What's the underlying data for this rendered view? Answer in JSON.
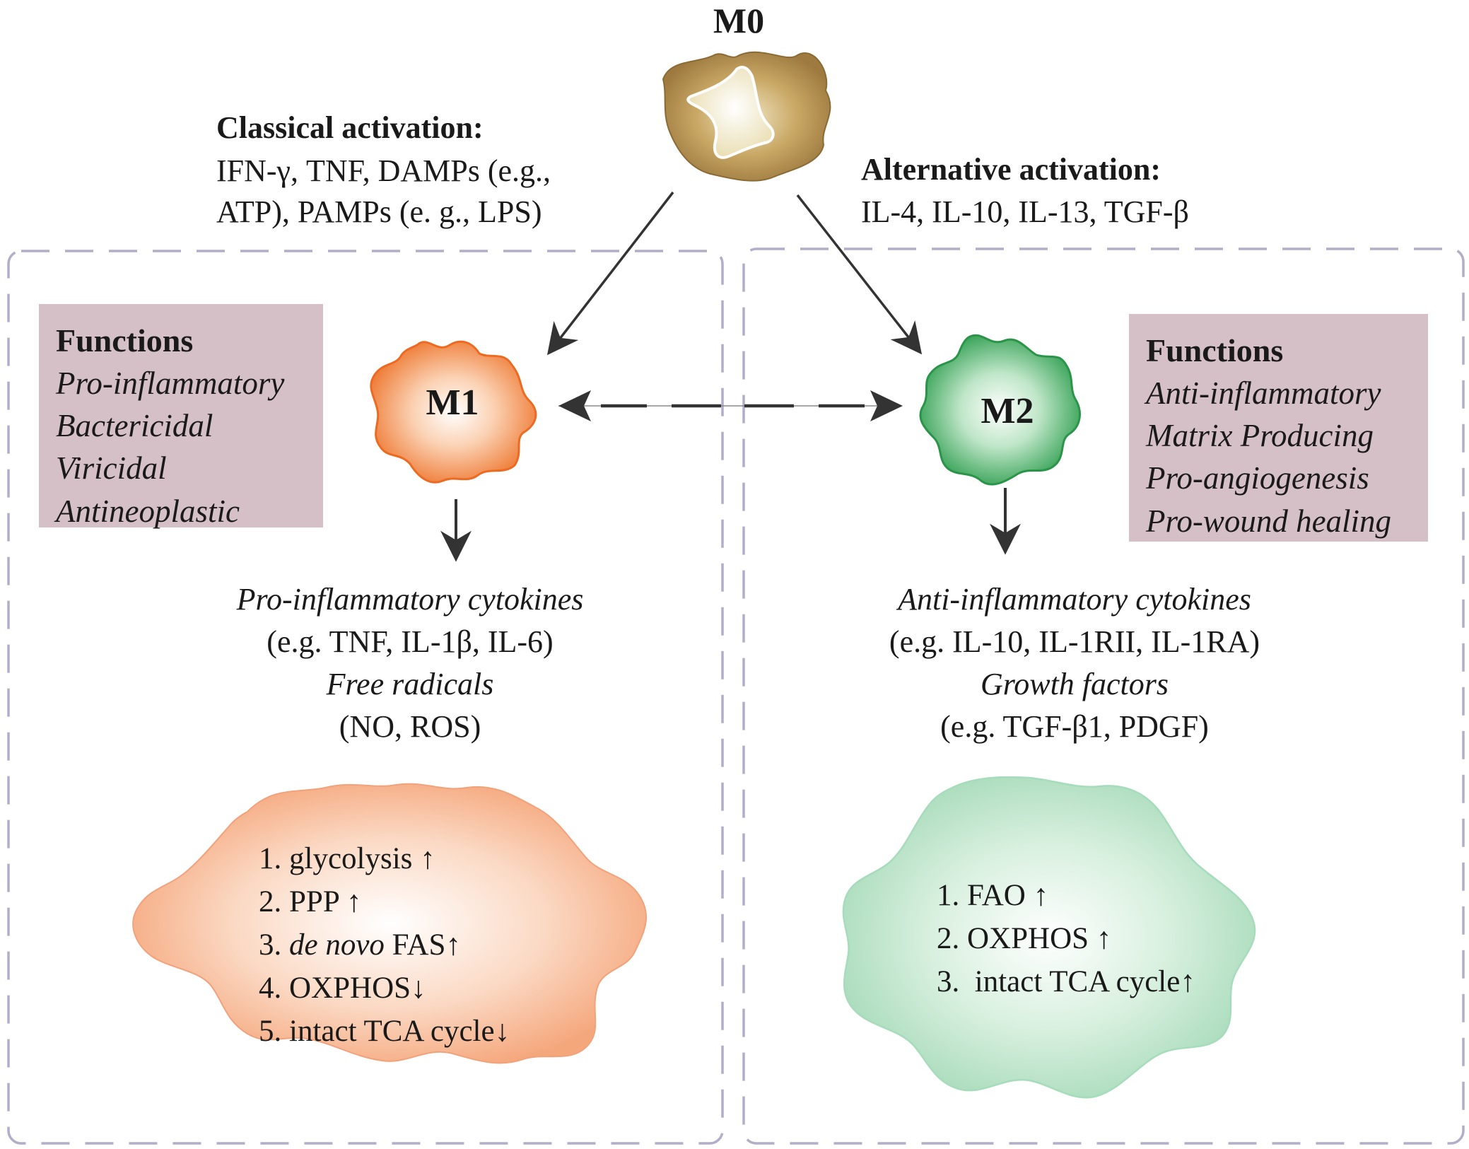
{
  "m0": {
    "label": "M0",
    "colors": {
      "outer": "#a8844a",
      "inner": "#f4ecd0"
    }
  },
  "classical": {
    "title": "Classical activation:",
    "lines": [
      "IFN-γ, TNF, DAMPs (e.g.,",
      "ATP), PAMPs (e. g., LPS)"
    ]
  },
  "alternative": {
    "title": "Alternative activation:",
    "lines": [
      "IL-4, IL-10, IL-13, TGF-β"
    ]
  },
  "m1": {
    "label": "M1",
    "color": "#ef7b32",
    "functions": {
      "title": "Functions",
      "items": [
        "Pro-inflammatory",
        "Bactericidal",
        "Viricidal",
        "Antineoplastic"
      ]
    },
    "products": [
      {
        "text": "Pro-inflammatory cytokines",
        "italic": true
      },
      {
        "text": "(e.g. TNF, IL-1β, IL-6)",
        "italic": false
      },
      {
        "text": "Free radicals",
        "italic": true
      },
      {
        "text": "(NO, ROS)",
        "italic": false
      }
    ],
    "metabolism": {
      "color": "#f4a479",
      "items": [
        {
          "prefix": "1. ",
          "em": "",
          "text": "glycolysis ↑"
        },
        {
          "prefix": "2. ",
          "em": "",
          "text": "PPP ↑"
        },
        {
          "prefix": "3. ",
          "em": "de novo",
          "text": " FAS↑"
        },
        {
          "prefix": "4. ",
          "em": "",
          "text": "OXPHOS↓"
        },
        {
          "prefix": "5. ",
          "em": "",
          "text": "intact TCA cycle↓"
        }
      ]
    }
  },
  "m2": {
    "label": "M2",
    "color": "#3aa356",
    "functions": {
      "title": "Functions",
      "items": [
        "Anti-inflammatory",
        "Matrix Producing",
        "Pro-angiogenesis",
        "Pro-wound healing"
      ]
    },
    "products": [
      {
        "text": "Anti-inflammatory cytokines",
        "italic": true
      },
      {
        "text": "(e.g. IL-10, IL-1RII, IL-1RA)",
        "italic": false
      },
      {
        "text": "Growth factors",
        "italic": true
      },
      {
        "text": "(e.g. TGF-β1, PDGF)",
        "italic": false
      }
    ],
    "metabolism": {
      "color": "#9fd6b2",
      "items": [
        {
          "prefix": "1. ",
          "em": "",
          "text": "FAO ↑"
        },
        {
          "prefix": "2. ",
          "em": "",
          "text": "OXPHOS ↑"
        },
        {
          "prefix": "3.  ",
          "em": "",
          "text": "intact TCA cycle↑"
        }
      ]
    }
  },
  "colors": {
    "panel_border": "#b3adc9",
    "arrow": "#333333",
    "func_box": "#d6c0c8"
  }
}
